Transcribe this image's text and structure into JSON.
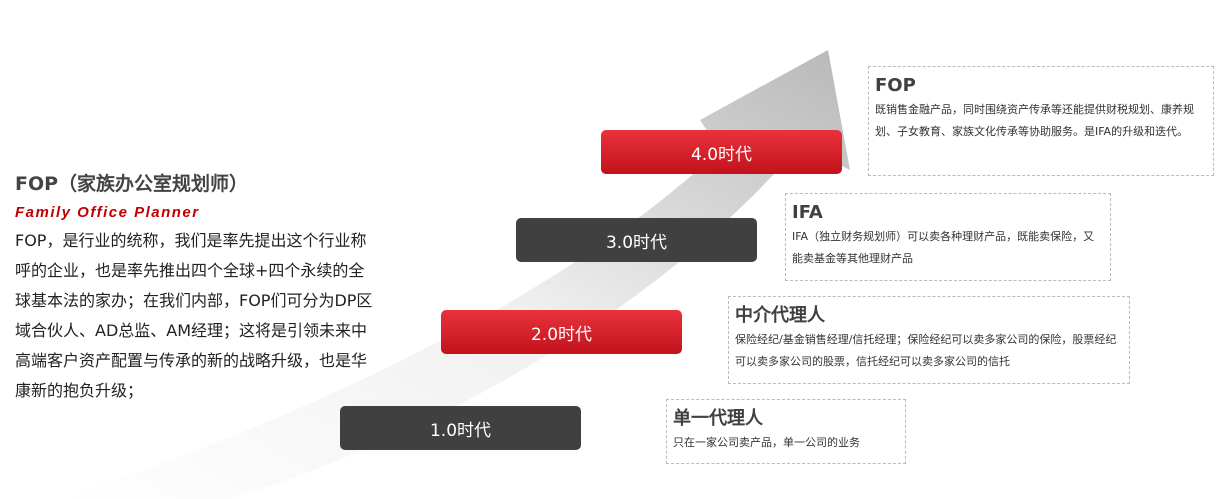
{
  "intro": {
    "title": "FOP（家族办公室规划师）",
    "subtitle": "Family Office Planner",
    "body": "FOP，是行业的统称，我们是率先提出这个行业称呼的企业，也是率先推出四个全球+四个永续的全球基本法的家办；在我们内部，FOP们可分为DP区域合伙人、AD总监、AM经理；这将是引领未来中高端客户资产配置与传承的新的战略升级，也是华康新的抱负升级；"
  },
  "eras": [
    {
      "label": "1.0时代",
      "title": "单一代理人",
      "desc": "只在一家公司卖产品，单一公司的业务"
    },
    {
      "label": "2.0时代",
      "title": "中介代理人",
      "desc": "保险经纪/基金销售经理/信托经理；保险经纪可以卖多家公司的保险，股票经纪可以卖多家公司的股票，信托经纪可以卖多家公司的信托"
    },
    {
      "label": "3.0时代",
      "title": "IFA",
      "desc": "IFA（独立财务规划师）可以卖各种理财产品，既能卖保险，又能卖基金等其他理财产品"
    },
    {
      "label": "4.0时代",
      "title": "FOP",
      "desc": "既销售金融产品，同时围绕资产传承等还能提供财税规划、康养规划、子女教育、家族文化传承等协助服务。是IFA的升级和迭代。"
    }
  ],
  "colors": {
    "red": "#d9232c",
    "dark": "#404040",
    "subtitle": "#c00000"
  }
}
